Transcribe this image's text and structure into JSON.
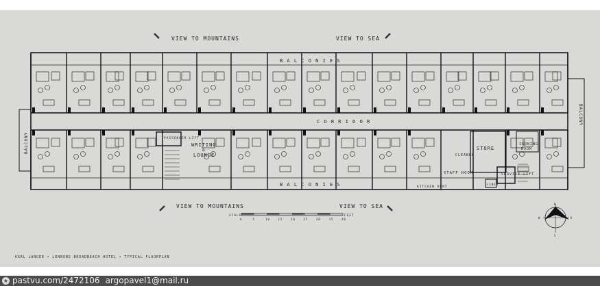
{
  "labels": {
    "view_mountains": "VIEW TO MOUNTAINS",
    "view_sea": "VIEW TO SEA",
    "balconies": "B A L C O N I E S",
    "corridor": "C O R R I D O R",
    "balcony": "BALCONY",
    "passenger_lift": "PASSENGER LIFT",
    "writing": "WRITING",
    "amp": "&",
    "lounge": "LOUNGE",
    "store": "STORE",
    "cleaner": "CLEANER",
    "staff_room": "STAFF ROOM",
    "kitchen_vent": "KITCHEN VENT",
    "service_lift": "SERVICE LIFT",
    "linen": "LINEN",
    "ironing": "IRONING",
    "room": "ROOM"
  },
  "scale": {
    "label": "SCALE",
    "unit": "FEET",
    "ticks": [
      "0",
      "5",
      "10",
      "15",
      "20",
      "25",
      "30",
      "35",
      "40"
    ]
  },
  "compass": {
    "n": "N",
    "s": "S",
    "e": "E",
    "w": "W"
  },
  "caption": "KARL LANGER • LENNONS BROADBEACH HOTEL • TYPICAL FLOORPLAN",
  "footer": {
    "site": "pastvu.com/2472106",
    "email": "argopavel1@mail.ru"
  }
}
